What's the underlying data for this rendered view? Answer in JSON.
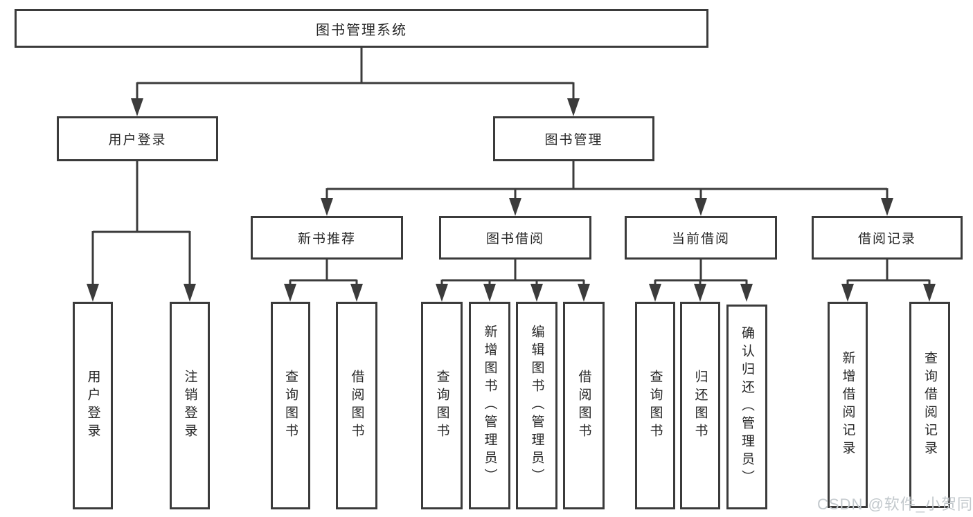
{
  "diagram_title": "图书管理系统",
  "tree": {
    "root": {
      "label": "图书管理系统"
    },
    "branches": [
      {
        "label": "用户登录",
        "children": [
          {
            "label": "用户登录"
          },
          {
            "label": "注销登录"
          }
        ]
      },
      {
        "label": "图书管理",
        "children": [
          {
            "label": "新书推荐",
            "children": [
              {
                "label": "查询图书"
              },
              {
                "label": "借阅图书"
              }
            ]
          },
          {
            "label": "图书借阅",
            "children": [
              {
                "label": "查询图书"
              },
              {
                "label": "新增图书（管理员）"
              },
              {
                "label": "编辑图书（管理员）"
              },
              {
                "label": "借阅图书"
              }
            ]
          },
          {
            "label": "当前借阅",
            "children": [
              {
                "label": "查询图书"
              },
              {
                "label": "归还图书"
              },
              {
                "label": "确认归还（管理员）"
              }
            ]
          },
          {
            "label": "借阅记录",
            "children": [
              {
                "label": "新增借阅记录"
              },
              {
                "label": "查询借阅记录"
              }
            ]
          }
        ]
      }
    ]
  },
  "watermark": "CSDN @软件_小贺同学",
  "colors": {
    "line": "#3b3b3b",
    "text": "#262626",
    "background": "#ffffff",
    "watermark": "#c3c9cd"
  }
}
